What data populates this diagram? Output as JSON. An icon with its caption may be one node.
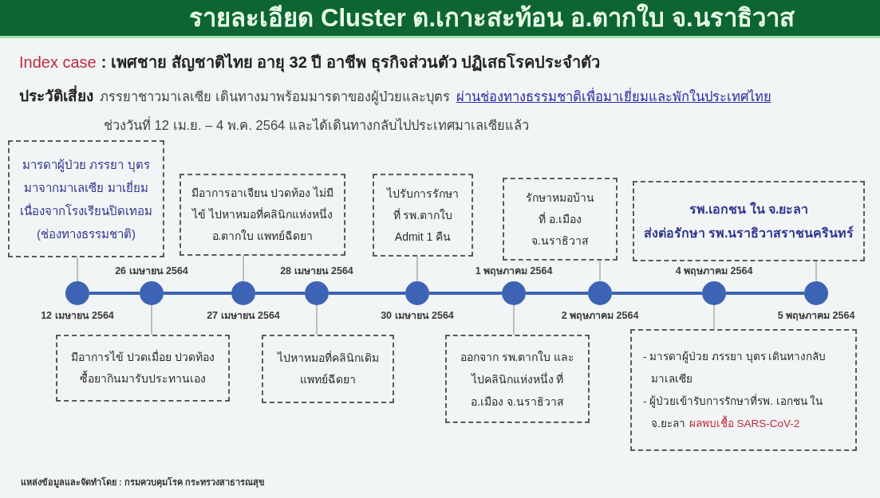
{
  "diagram": {
    "title": "รายละเอียด Cluster ต.เกาะสะท้อน อ.ตากใบ จ.นราธิวาส",
    "nodes": [
      {
        "text": [
          "มารดาผู้ป่วย ภรรยา บุตร มาจากมาเลเซีย มาเยี่ยม เนื่องจากโรงเรียนปิดเทอม (ช่องทางธรรมชาติ)"
        ]
      },
      {
        "text": [
          "มีอาการอาเจียน ปวดท้อง ไม่มีไข้ ไปหาหมอที่คลินิกแห่งหนึ่ง อ.ตากใบ แพทย์ฉีดยา"
        ]
      },
      {
        "text": [
          "ไปรับการรักษาที่ รพ.ตากใบ Admit 1 คืน"
        ]
      },
      {
        "text": [
          "รักษาหมอบ้านที่ อ.เมือง จ.นราธิวาส"
        ]
      },
      {
        "text": [
          "รพ.เอกชน ใน จ.ยะลา",
          "ส่งต่อรักษา รพ.นราธิวาสราชนครินทร์"
        ]
      },
      {
        "text": [],
        "shape": "circle",
        "beside": [
          "12 เมษายน 2564"
        ]
      },
      {
        "text": [],
        "shape": "circle",
        "beside": [
          "26 เมษายน 2564"
        ]
      },
      {
        "text": [],
        "shape": "circle",
        "beside": [
          "27 เมษายน 2564"
        ]
      },
      {
        "text": [],
        "shape": "circle",
        "beside": [
          "28 เมษายน 2564"
        ]
      },
      {
        "text": [],
        "shape": "circle",
        "beside": [
          "30 เมษายน 2564"
        ]
      },
      {
        "text": [],
        "shape": "circle",
        "beside": [
          "1 พฤษภาคม 2564"
        ]
      },
      {
        "text": [],
        "shape": "circle",
        "beside": [
          "2 พฤษภาคม 2564"
        ]
      },
      {
        "text": [],
        "shape": "circle",
        "beside": [
          "4 พฤษภาคม 2564"
        ]
      },
      {
        "text": [],
        "shape": "circle",
        "beside": [
          "5 พฤษภาคม 2564"
        ]
      },
      {
        "text": [
          "มีอาการไข้ ปวดเมื่อย ปวดท้อง ซื้อยากินมารับประทานเอง"
        ]
      },
      {
        "text": [
          "ไปหาหมอที่คลินิกเดิม แพทย์ฉีดยา"
        ]
      },
      {
        "text": [
          "ออกจาก รพ.ตากใบ และไปคลินิกแห่งหนึ่ง ที่ อ.เมือง จ.นราธิวาส"
        ]
      },
      {
        "text": [
          "- มารดาผู้ป่วย ภรรยา บุตร เดินทางกลับมาเลเซีย",
          "- ผู้ป่วยเข้ารับการรักษาที่รพ. เอกชน ใน จ.ยะลา",
          "ผลพบเชื้อ SARS-CoV-2"
        ]
      }
    ],
    "edges": [
      {
        "from": 5,
        "to": 6,
        "arrow": "none",
        "style": "thick",
        "color": "#3d64b4"
      },
      {
        "from": 6,
        "to": 7,
        "arrow": "none",
        "style": "thick",
        "color": "#3d64b4"
      },
      {
        "from": 7,
        "to": 8,
        "arrow": "none",
        "style": "thick",
        "color": "#3d64b4"
      },
      {
        "from": 8,
        "to": 9,
        "arrow": "none",
        "style": "thick",
        "color": "#3d64b4"
      },
      {
        "from": 9,
        "to": 10,
        "arrow": "none",
        "style": "thick",
        "color": "#3d64b4"
      },
      {
        "from": 10,
        "to": 11,
        "arrow": "none",
        "style": "thick",
        "color": "#3d64b4"
      },
      {
        "from": 11,
        "to": 12,
        "arrow": "none",
        "style": "thick",
        "color": "#3d64b4"
      },
      {
        "from": 12,
        "to": 13,
        "arrow": "none",
        "style": "thick",
        "color": "#3d64b4"
      },
      {
        "from": 0,
        "to": 5,
        "arrow": "none"
      },
      {
        "from": 1,
        "to": 7,
        "arrow": "none"
      },
      {
        "from": 2,
        "to": 9,
        "arrow": "none"
      },
      {
        "from": 3,
        "to": 11,
        "arrow": "none"
      },
      {
        "from": 4,
        "to": 13,
        "arrow": "none"
      },
      {
        "from": 6,
        "to": 14,
        "arrow": "none"
      },
      {
        "from": 8,
        "to": 15,
        "arrow": "none"
      },
      {
        "from": 10,
        "to": 16,
        "arrow": "none"
      },
      {
        "from": 12,
        "to": 17,
        "arrow": "none"
      }
    ],
    "labels": [
      "Index case",
      ": เพศชาย สัญชาติไทย อายุ 32 ปี อาชีพ ธุรกิจส่วนตัว ปฏิเสธโรคประจำตัว",
      "ประวัติเสี่ยง",
      "ภรรยาชาวมาเลเซีย เดินทางมาพร้อมมารดาของผู้ป่วยและบุตร",
      "ผ่านช่องทางธรรมชาติเพื่อมาเยี่ยมและพักในประเทศไทย",
      "ช่วงวันที่ 12 เม.ย. – 4 พ.ค. 2564 และได้เดินทางกลับไปประเทศมาเลเซียแล้ว",
      "แหล่งข้อมูลและจัดทำโดย : กรมควบคุมโรค กระทรวงสาธารณสุข"
    ]
  }
}
